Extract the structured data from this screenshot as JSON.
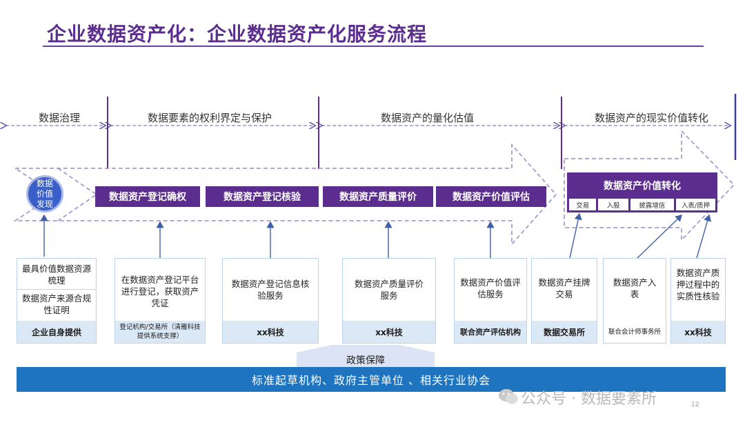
{
  "title": "企业数据资产化：企业数据资产化服务流程",
  "phases": [
    {
      "label": "数据治理"
    },
    {
      "label": "数据要素的权利界定与保护"
    },
    {
      "label": "数据资产的量化估值"
    },
    {
      "label": "数据资产的现实价值转化"
    }
  ],
  "circle_label": "数据价值发现",
  "circle_lines": [
    "数据",
    "价值",
    "发现"
  ],
  "steps": [
    {
      "label": "数据资产登记确权"
    },
    {
      "label": "数据资产登记核验"
    },
    {
      "label": "数据资产质量评价"
    },
    {
      "label": "数据资产价值评估"
    }
  ],
  "conversion": {
    "label": "数据资产价值转化",
    "sub_items": [
      "交易",
      "入股",
      "披露增信",
      "入表/质押"
    ]
  },
  "cards": [
    {
      "items": [
        "最具价值数据资源梳理",
        "数据资产来源合规性证明"
      ],
      "footer": "企业自身提供"
    },
    {
      "text": "在数据资产登记平台进行登记，获取资产凭证",
      "footer": "登记机构/交易所（清雁科技提供系统支撑）"
    },
    {
      "text": "数据资产登记信息核验服务",
      "footer": "xx科技"
    },
    {
      "text": "数据资产质量评价服务",
      "footer": "xx科技"
    },
    {
      "text": "数据资产价值评估服务",
      "footer": "联合资产评估机构"
    },
    {
      "text": "数据资产挂牌交易",
      "footer": "数据交易所"
    },
    {
      "text": "数据资产入表",
      "footer": "联合会计师事务所"
    },
    {
      "text": "数据资产质押过程中的实质性核验",
      "footer": "xx科技"
    }
  ],
  "policy_label": "政策保障",
  "bottom_bar": "标准起草机构、政府主管单位 、相关行业协会",
  "watermark": "公众号 · 数据要素所",
  "page_number": "12",
  "colors": {
    "purple": "#5b2d8e",
    "blue": "#1f74c0",
    "light_blue": "#dbe9f7",
    "circle": "#3a5fc8"
  }
}
